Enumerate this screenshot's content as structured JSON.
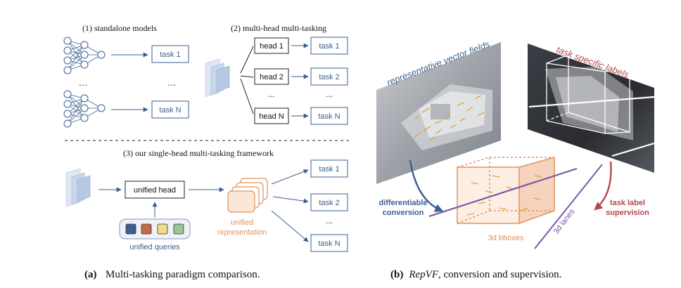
{
  "panel_a": {
    "section1_title": "(1) standalone models",
    "section2_title": "(2) multi-head multi-tasking",
    "section3_title": "(3) our single-head multi-tasking framework",
    "task1": "task 1",
    "task2": "task 2",
    "taskN": "task N",
    "head1": "head 1",
    "head2": "head 2",
    "headN": "head N",
    "ellipsis": "...",
    "ellipsis_dots": "…",
    "unified_head": "unified head",
    "unified_representation_line1": "unified",
    "unified_representation_line2": "representation",
    "unified_queries": "unified queries",
    "caption_label": "(a)",
    "caption_text": "Multi-tasking paradigm comparison."
  },
  "panel_b": {
    "representative_vector_fields": "representative vector fields",
    "task_specific_labels": "task specific labels",
    "differentiable_line1": "differentiable",
    "differentiable_line2": "conversion",
    "task_label_line1": "task label",
    "task_label_line2": "supervision",
    "bboxes": "3d bboxes",
    "lanes": "3d lanes",
    "caption_label": "(b)",
    "caption_name": "RepVF",
    "caption_text": ", conversion and supervision."
  },
  "colors": {
    "blue": "#3a5f8f",
    "orange": "#e0935a",
    "red": "#b5474f",
    "purple": "#7b5aa6",
    "query_colors": [
      "#3b5f93",
      "#c66b4a",
      "#f1dc86",
      "#9cc497"
    ]
  }
}
